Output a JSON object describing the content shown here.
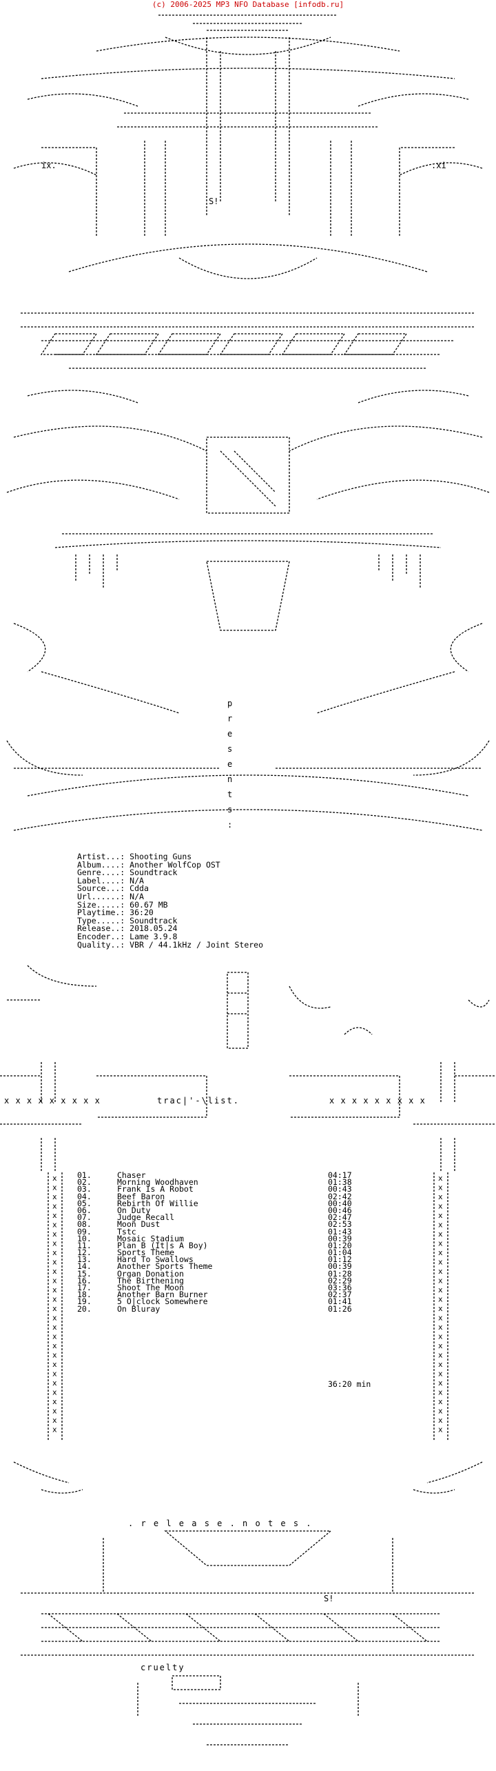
{
  "header": {
    "copyright": "(c) 2006-2025 MP3 NFO Database [infodb.ru]"
  },
  "art": {
    "tag_left": "ix.",
    "tag_right": ".xi",
    "tag_s": "S!",
    "presents": [
      "p",
      "r",
      "e",
      "s",
      "e",
      "n",
      "t",
      "s",
      ":"
    ],
    "tracklist_title": "trac|'-\\list.",
    "tracklist_left_x": "x x x x x x x x x",
    "tracklist_right_x": "x x x x x x x x x",
    "release_notes": ". r e l e a s e . n o t e s .",
    "group_name": "cruelty",
    "tag_s_bottom": "S!"
  },
  "release_info": [
    {
      "key": "Artist...:",
      "value": "Shooting Guns"
    },
    {
      "key": "Album....:",
      "value": "Another WolfCop OST"
    },
    {
      "key": "Genre....:",
      "value": "Soundtrack"
    },
    {
      "key": "Label....:",
      "value": "N/A"
    },
    {
      "key": "Source...:",
      "value": "Cdda"
    },
    {
      "key": "Url......:",
      "value": "N/A"
    },
    {
      "key": "Size.....:",
      "value": "60.67 MB"
    },
    {
      "key": "Playtime.:",
      "value": "36:20"
    },
    {
      "key": "Type.....:",
      "value": "Soundtrack"
    },
    {
      "key": "Release..:",
      "value": "2018.05.24"
    },
    {
      "key": "Encoder..:",
      "value": "Lame 3.9.8"
    },
    {
      "key": "Quality..:",
      "value": "VBR / 44.1kHz / Joint Stereo"
    }
  ],
  "tracklist": [
    {
      "no": "01.",
      "title": "Chaser",
      "time": "04:17"
    },
    {
      "no": "02.",
      "title": "Morning Woodhaven",
      "time": "01:38"
    },
    {
      "no": "03.",
      "title": "Frank Is A Robot",
      "time": "00:43"
    },
    {
      "no": "04.",
      "title": "Beef Baron",
      "time": "02:42"
    },
    {
      "no": "05.",
      "title": "Rebirth Of Willie",
      "time": "00:40"
    },
    {
      "no": "06.",
      "title": "On Duty",
      "time": "00:46"
    },
    {
      "no": "07.",
      "title": "Judge Recall",
      "time": "02:47"
    },
    {
      "no": "08.",
      "title": "Moon Dust",
      "time": "02:53"
    },
    {
      "no": "09.",
      "title": "Tstc",
      "time": "01:43"
    },
    {
      "no": "10.",
      "title": "Mosaic Stadium",
      "time": "00:39"
    },
    {
      "no": "11.",
      "title": "Plan B (It|s A Boy)",
      "time": "01:20"
    },
    {
      "no": "12.",
      "title": "Sports Theme",
      "time": "01:04"
    },
    {
      "no": "13.",
      "title": "Hard To Swallows",
      "time": "01:12"
    },
    {
      "no": "14.",
      "title": "Another Sports Theme",
      "time": "00:39"
    },
    {
      "no": "15.",
      "title": "Organ Donation",
      "time": "01:28"
    },
    {
      "no": "16.",
      "title": "The Birthening",
      "time": "02:29"
    },
    {
      "no": "17.",
      "title": "Shoot The Moon",
      "time": "03:36"
    },
    {
      "no": "18.",
      "title": "Another Barn Burner",
      "time": "02:37"
    },
    {
      "no": "19.",
      "title": "5 O|clock Somewhere",
      "time": "01:41"
    },
    {
      "no": "20.",
      "title": "On Bluray",
      "time": "01:26"
    }
  ],
  "total_time": "36:20 min"
}
